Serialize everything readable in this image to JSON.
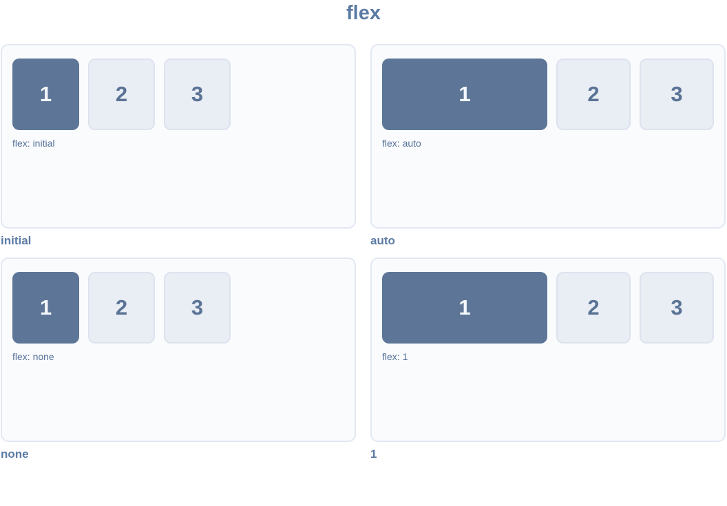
{
  "title": "flex",
  "examples": [
    {
      "label": "initial",
      "caption": "flex: initial",
      "items": [
        "1",
        "2",
        "3"
      ]
    },
    {
      "label": "auto",
      "caption": "flex: auto",
      "items": [
        "1",
        "2",
        "3"
      ]
    },
    {
      "label": "none",
      "caption": "flex: none",
      "items": [
        "1",
        "2",
        "3"
      ]
    },
    {
      "label": "1",
      "caption": "flex: 1",
      "items": [
        "1",
        "2",
        "3"
      ]
    }
  ],
  "colors": {
    "accent_box": "#5d7697",
    "inactive_box_bg": "#e9edf4",
    "inactive_box_border": "#dde3ee",
    "panel_bg": "#fafbfd",
    "panel_border": "#e2e8f2",
    "title_text": "#5b7ba3",
    "caption_text": "#54719a",
    "box_number_text": "#5a7395",
    "active_box_number_text": "#f4f7fb"
  }
}
